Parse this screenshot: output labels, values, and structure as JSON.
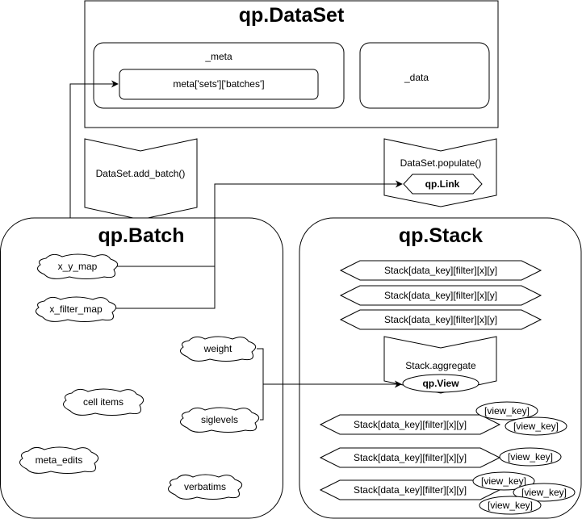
{
  "dataset": {
    "title": "qp.DataSet",
    "meta_label": "_meta",
    "meta_key": "meta['sets']['batches']",
    "data_label": "_data"
  },
  "add_batch": {
    "label": "DataSet.add_batch()"
  },
  "populate": {
    "label": "DataSet.populate()",
    "link": "qp.Link"
  },
  "batch": {
    "title": "qp.Batch",
    "items": [
      "x_y_map",
      "x_filter_map",
      "weight",
      "cell items",
      "siglevels",
      "meta_edits",
      "verbatims"
    ]
  },
  "stack": {
    "title": "qp.Stack",
    "rows": [
      "Stack[data_key][filter][x][y]",
      "Stack[data_key][filter][x][y]",
      "Stack[data_key][filter][x][y]"
    ],
    "aggregate": {
      "label": "Stack.aggregate",
      "view": "qp.View"
    },
    "view_rows": [
      {
        "label": "Stack[data_key][filter][x][y]",
        "keys": [
          "[view_key]",
          "[view_key]"
        ]
      },
      {
        "label": "Stack[data_key][filter][x][y]",
        "keys": [
          "[view_key]"
        ]
      },
      {
        "label": "Stack[data_key][filter][x][y]",
        "keys": [
          "[view_key]",
          "[view_key]",
          "[view_key]"
        ]
      }
    ]
  }
}
